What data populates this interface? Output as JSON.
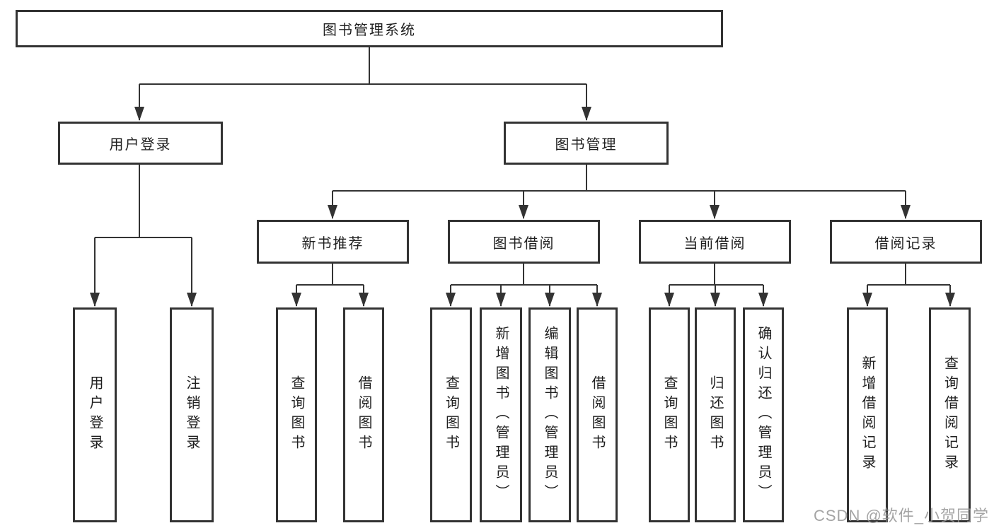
{
  "tree": {
    "root": {
      "label": "图书管理系统"
    },
    "branches": [
      {
        "label": "用户登录",
        "leaves": [
          {
            "label": "用户登录"
          },
          {
            "label": "注销登录"
          }
        ]
      },
      {
        "label": "图书管理",
        "groups": [
          {
            "label": "新书推荐",
            "leaves": [
              {
                "label": "查询图书"
              },
              {
                "label": "借阅图书"
              }
            ]
          },
          {
            "label": "图书借阅",
            "leaves": [
              {
                "label": "查询图书"
              },
              {
                "label": "新增图书（管理员）"
              },
              {
                "label": "编辑图书（管理员）"
              },
              {
                "label": "借阅图书"
              }
            ]
          },
          {
            "label": "当前借阅",
            "leaves": [
              {
                "label": "查询图书"
              },
              {
                "label": "归还图书"
              },
              {
                "label": "确认归还（管理员）"
              }
            ]
          },
          {
            "label": "借阅记录",
            "leaves": [
              {
                "label": "新增借阅记录"
              },
              {
                "label": "查询借阅记录"
              }
            ]
          }
        ]
      }
    ]
  },
  "watermark": {
    "text": "CSDN @软件_小贺同学"
  },
  "colors": {
    "line": "#333333",
    "box_border": "#333333",
    "text": "#1f1f1f",
    "background": "#ffffff",
    "watermark_gray": "#949494"
  }
}
